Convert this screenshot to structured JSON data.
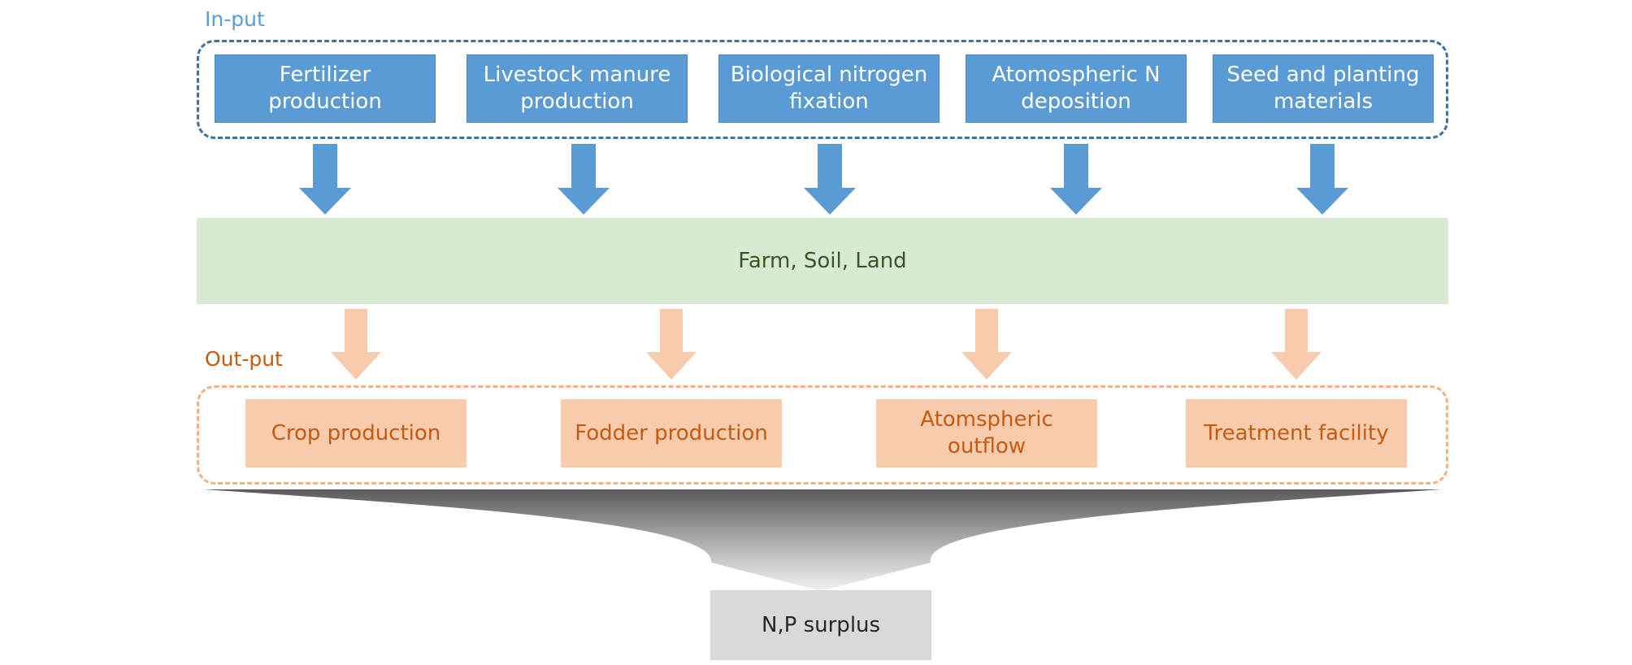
{
  "input": {
    "label": "In-put",
    "items": [
      "Fertilizer production",
      "Livestock manure production",
      "Biological nitrogen fixation",
      "Atomospheric N deposition",
      "Seed and planting materials"
    ]
  },
  "center": {
    "label": "Farm, Soil, Land"
  },
  "output": {
    "label": "Out-put",
    "items": [
      "Crop production",
      "Fodder production",
      "Atomspheric outflow",
      "Treatment facility"
    ]
  },
  "result": {
    "label": "N,P surplus"
  },
  "colors": {
    "input_fill": "#5b9bd5",
    "input_border": "#41719c",
    "center_fill": "#d9ead3",
    "output_fill": "#f8cbad",
    "output_text": "#c55a11",
    "result_fill": "#d9d9d9"
  }
}
